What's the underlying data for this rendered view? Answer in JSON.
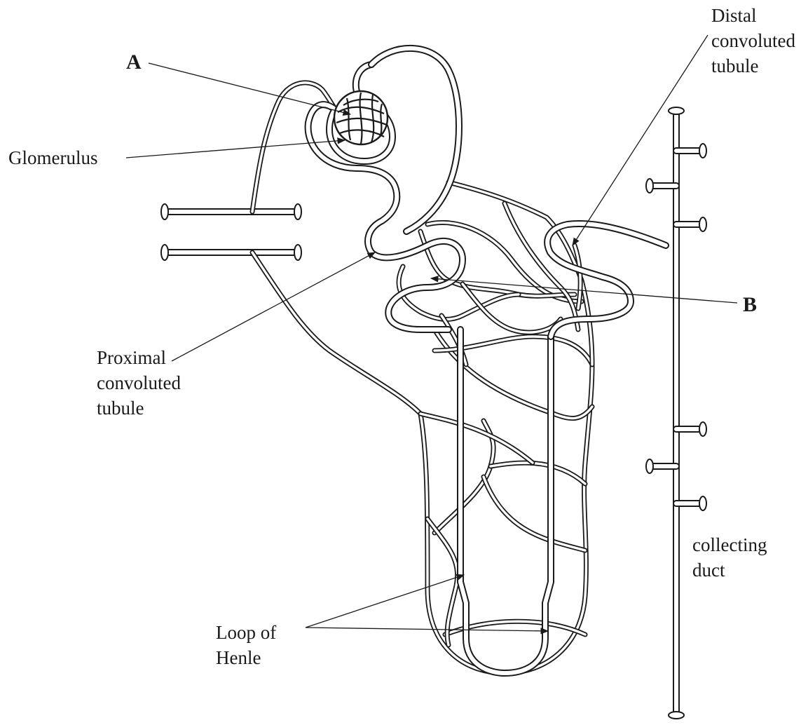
{
  "labels": {
    "A": "A",
    "B": "B",
    "glomerulus": "Glomerulus",
    "proximal_tubule": [
      "Proximal",
      "convoluted",
      "tubule"
    ],
    "distal_tubule": [
      "Distal",
      "convoluted",
      "tubule"
    ],
    "loop_of_henle": [
      "Loop of",
      "Henle"
    ],
    "collecting_duct": [
      "collecting",
      "duct"
    ]
  }
}
